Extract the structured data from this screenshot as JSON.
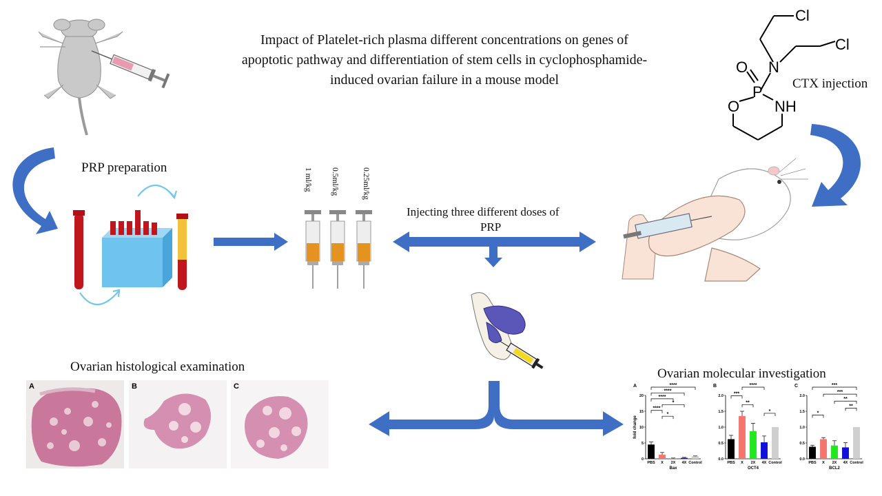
{
  "title": {
    "line1": "Impact of Platelet-rich plasma different concentrations  on genes of",
    "line2": "apoptotic pathway  and differentiation of stem cells in cyclophosphamide-",
    "line3": "induced ovarian failure in a mouse model"
  },
  "labels": {
    "prp_preparation": "PRP preparation",
    "injecting_line1": "Injecting  three different doses of",
    "injecting_line2": "PRP",
    "ctx_injection": "CTX injection",
    "histology": "Ovarian histological examination",
    "molecular": "Ovarian molecular investigation"
  },
  "doses": [
    "1 ml/kg",
    "0.5ml/kg",
    "0.25ml/kg"
  ],
  "chemistry": {
    "cl_1": "Cl",
    "cl_2": "Cl",
    "n": "N",
    "o_double": "O",
    "p": "P",
    "o_ring": "O",
    "nh": "NH"
  },
  "histology_panels": [
    "A",
    "B",
    "C"
  ],
  "colors": {
    "arrow_blue": "#3f6fc4",
    "tube_red": "#c0161d",
    "plasma_yellow": "#f2c23a",
    "centrifuge_blue": "#6fc3ef",
    "tissue_pink": "#c9779a",
    "bar_black": "#000000",
    "bar_red": "#f4766e",
    "bar_green": "#22e81f",
    "bar_blue": "#1010d8",
    "bar_grey": "#cfcfcf"
  },
  "chart_data": [
    {
      "type": "bar",
      "panel": "A",
      "categories": [
        "PBS",
        "X",
        "2X",
        "4X",
        "Control"
      ],
      "values": [
        4.5,
        1.3,
        0.15,
        0.3,
        0.8
      ],
      "errors": [
        0.8,
        0.7,
        0.1,
        0.15,
        0.1
      ],
      "xlabel": "Bax",
      "ylabel": "fold change",
      "ylim": [
        0,
        20
      ],
      "yticks": [
        "0",
        "5",
        "10",
        "15",
        "20"
      ],
      "significance": [
        {
          "from": 0,
          "to": 4,
          "label": "****"
        },
        {
          "from": 0,
          "to": 3,
          "label": "****"
        },
        {
          "from": 0,
          "to": 2,
          "label": "****"
        },
        {
          "from": 1,
          "to": 3,
          "label": "*"
        },
        {
          "from": 0,
          "to": 1,
          "label": "****"
        },
        {
          "from": 1,
          "to": 2,
          "label": "*"
        }
      ]
    },
    {
      "type": "bar",
      "panel": "B",
      "categories": [
        "PBS",
        "X",
        "2X",
        "4X",
        "Control"
      ],
      "values": [
        0.62,
        1.35,
        0.87,
        0.52,
        1.0
      ],
      "errors": [
        0.12,
        0.15,
        0.25,
        0.2,
        0.0
      ],
      "xlabel": "OCT4",
      "ylabel": "",
      "ylim": [
        0,
        2.0
      ],
      "yticks": [
        "0.0",
        "0.5",
        "1.0",
        "1.5",
        "2.0"
      ],
      "significance": [
        {
          "from": 1,
          "to": 3,
          "label": "****"
        },
        {
          "from": 0,
          "to": 1,
          "label": "***"
        },
        {
          "from": 1,
          "to": 2,
          "label": "**"
        },
        {
          "from": 3,
          "to": 4,
          "label": "*"
        }
      ]
    },
    {
      "type": "bar",
      "panel": "C",
      "categories": [
        "PBS",
        "X",
        "2X",
        "4X",
        "Control"
      ],
      "values": [
        0.38,
        0.62,
        0.42,
        0.36,
        1.0
      ],
      "errors": [
        0.05,
        0.05,
        0.15,
        0.15,
        0.0
      ],
      "xlabel": "BCL2",
      "ylabel": "",
      "ylim": [
        0,
        2.0
      ],
      "yticks": [
        "0.0",
        "0.5",
        "1.0",
        "1.5",
        "2.0"
      ],
      "significance": [
        {
          "from": 0,
          "to": 4,
          "label": "***"
        },
        {
          "from": 1,
          "to": 4,
          "label": "***"
        },
        {
          "from": 2,
          "to": 4,
          "label": "**"
        },
        {
          "from": 3,
          "to": 4,
          "label": "**"
        },
        {
          "from": 0,
          "to": 1,
          "label": "*"
        }
      ]
    }
  ]
}
